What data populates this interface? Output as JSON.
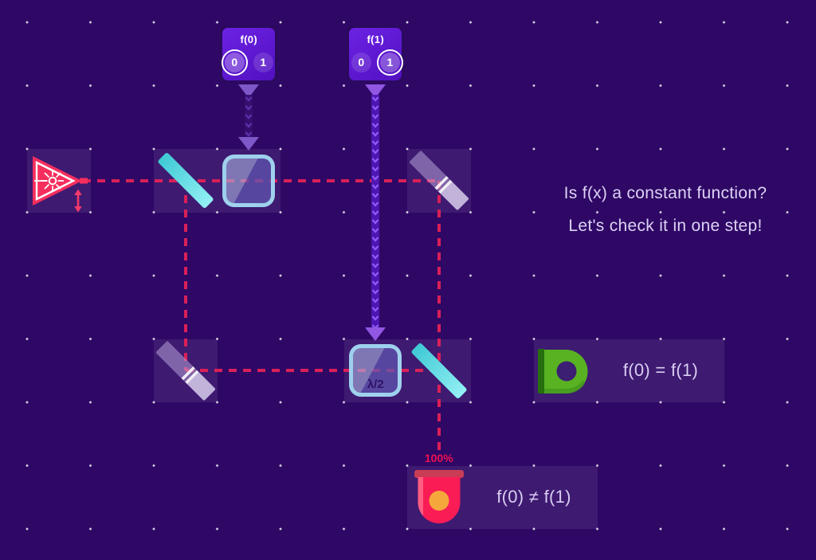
{
  "caption": {
    "line1": "Is f(x) a constant function?",
    "line2": "Let's check it in one step!"
  },
  "function_boxes": [
    {
      "label": "f(0)",
      "options": [
        "0",
        "1"
      ],
      "selected_index": 0
    },
    {
      "label": "f(1)",
      "options": [
        "0",
        "1"
      ],
      "selected_index": 1
    }
  ],
  "wave_plate_label": "λ/2",
  "detector_equal_label": "f(0) = f(1)",
  "detector_not_equal_label": "f(0) ≠ f(1)",
  "detection_probability": "100%",
  "icons": {
    "laser": "laser-emitter",
    "beam_splitter": "cyan-diagonal-splitter",
    "mirror": "silvered-diagonal-mirror",
    "glass_plate": "glass-slab",
    "half_wave_plate": "half-wave-plate",
    "detector_green": "ring-detector",
    "detector_red": "bulb-detector"
  },
  "colors": {
    "background": "#2f0866",
    "beam": "#d92058",
    "splitter": "#5fd9e2",
    "mirror": "#c7b4e4",
    "laser": "#f62e5e",
    "detector_equal": "#58b222",
    "detector_not_equal": "#fa1c55",
    "wire_bright": "#5f1fd0",
    "wire_dim": "#37106f",
    "probability_text": "#ef0f52",
    "caption_text": "#ddd3f4"
  }
}
